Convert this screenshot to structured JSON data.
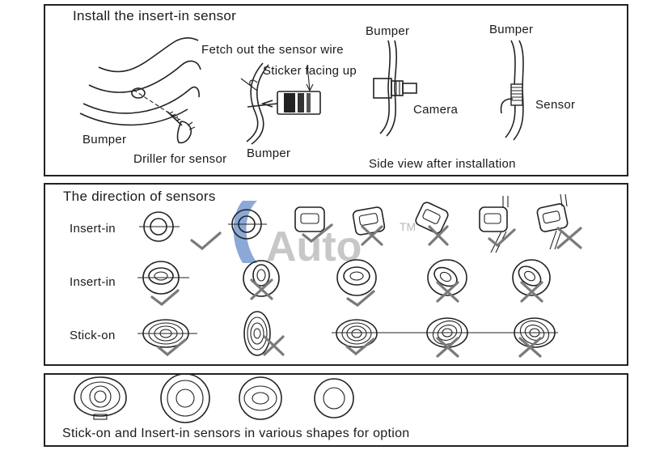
{
  "install_panel": {
    "title": "Install the insert-in sensor",
    "fetch_label": "Fetch out the sensor wire",
    "sticker_label": "Sticker facing up",
    "bumper_label_left": "Bumper",
    "driller_label": "Driller for sensor",
    "bumper_label_mid": "Bumper",
    "bumper_label_camera": "Bumper",
    "camera_label": "Camera",
    "bumper_label_sensor": "Bumper",
    "sensor_label": "Sensor",
    "side_view_label": "Side view after installation"
  },
  "direction_panel": {
    "title": "The direction of sensors",
    "row_labels": [
      "Insert-in",
      "Insert-in",
      "Stick-on"
    ],
    "watermark_text": "Auto",
    "watermark_tm": "TM",
    "watermark_color": "#5b86c5"
  },
  "shapes_panel": {
    "caption": "Stick-on and Insert-in sensors in various shapes for option"
  },
  "colors": {
    "line": "#222222",
    "mark": "#7a7a7a"
  }
}
